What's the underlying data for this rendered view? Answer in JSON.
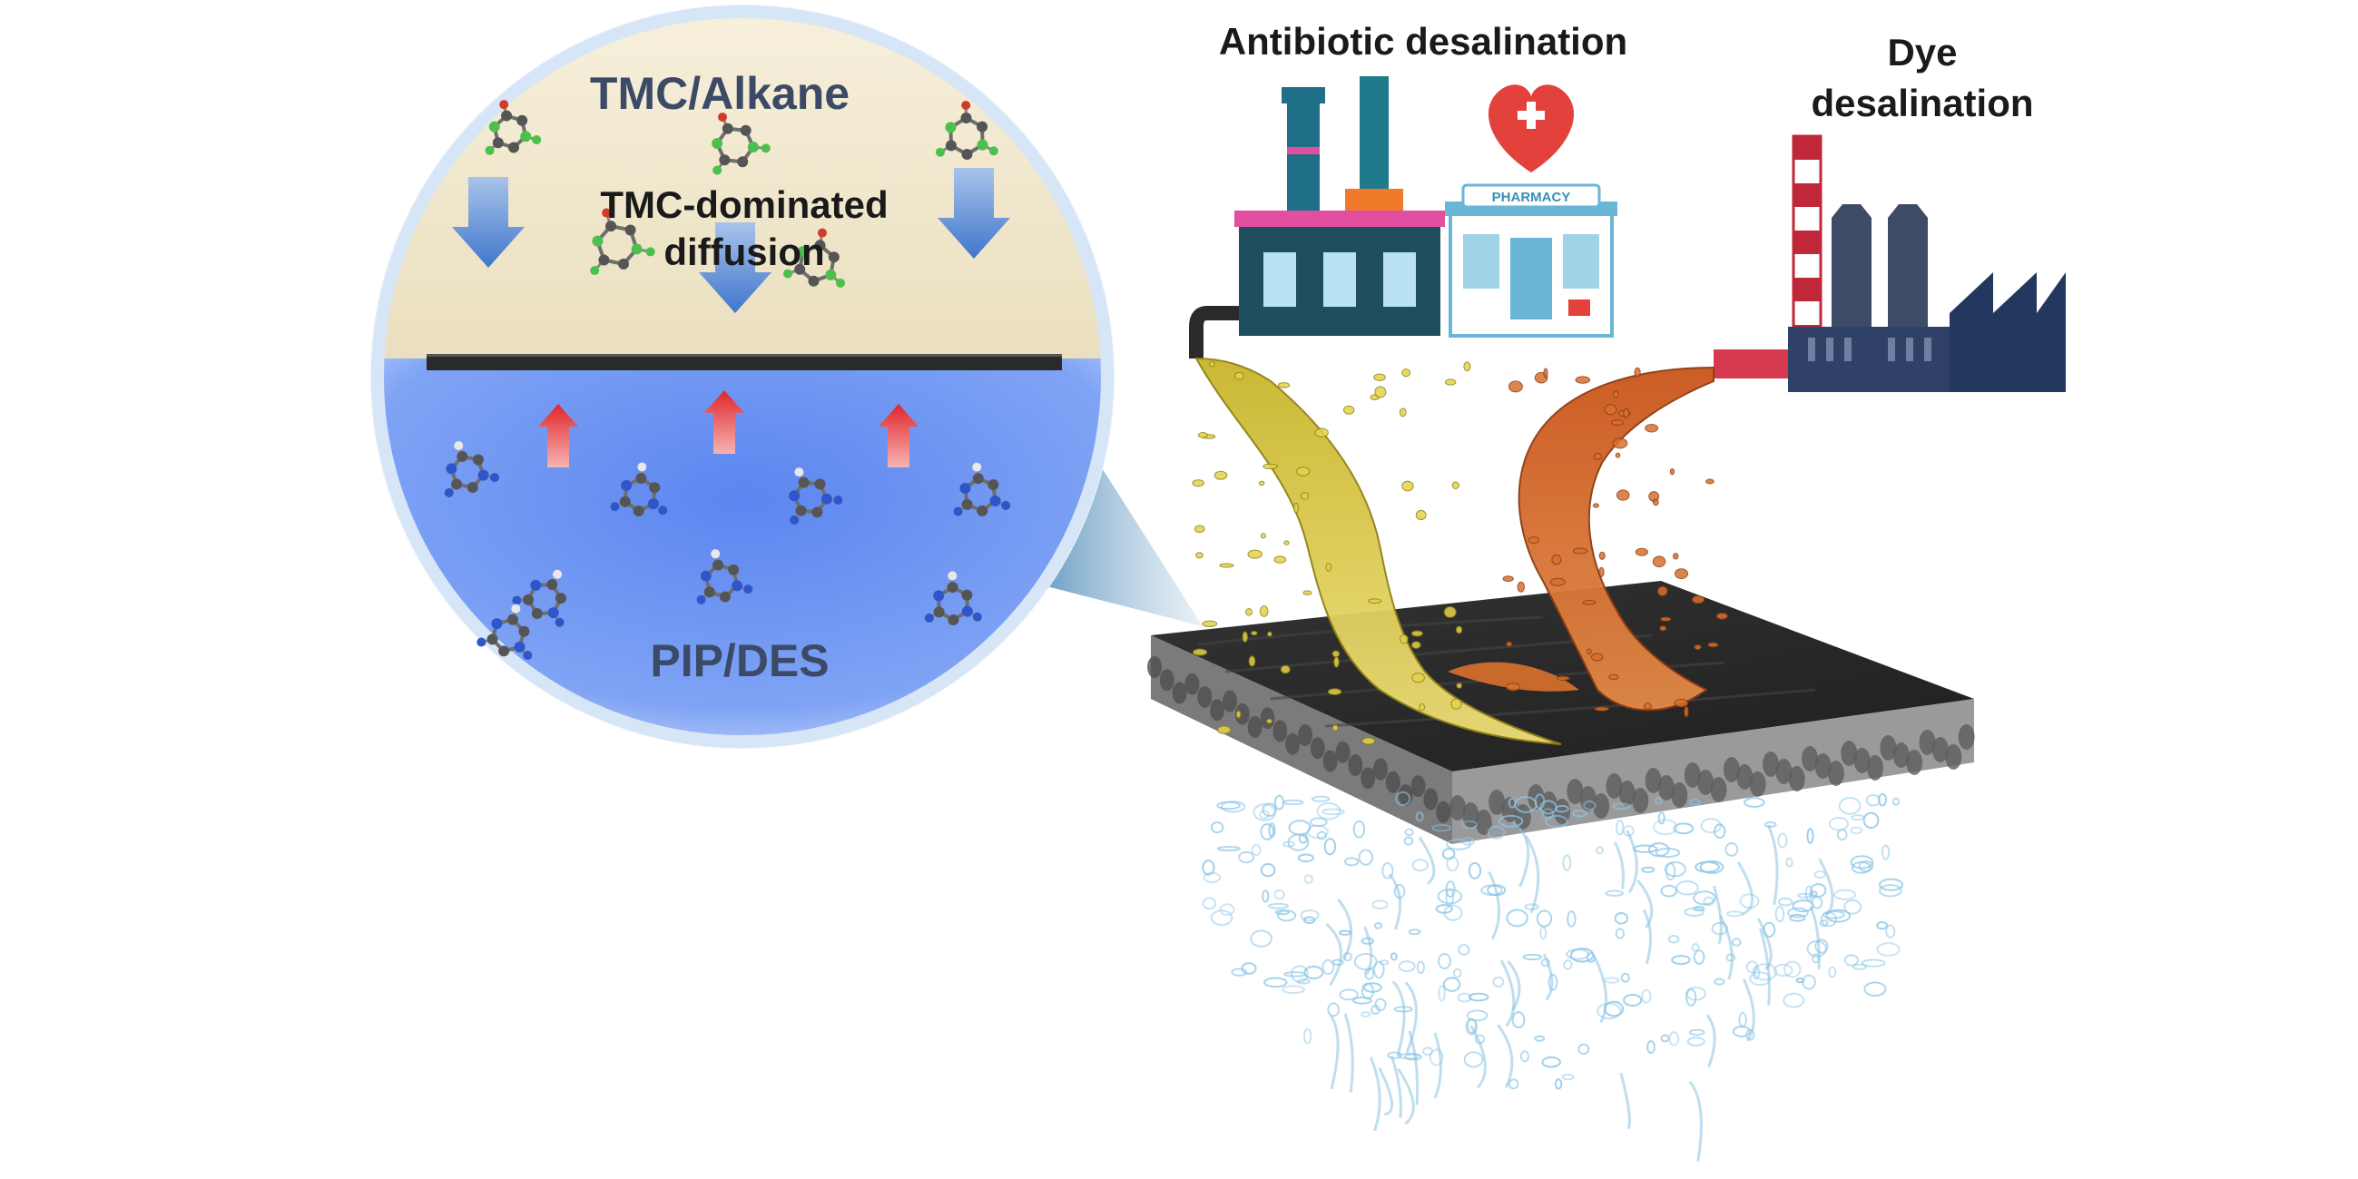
{
  "labels": {
    "top_phase": "TMC/Alkane",
    "diffusion_line1": "TMC-dominated",
    "diffusion_line2": "diffusion",
    "bottom_phase": "PIP/DES",
    "antibiotic": "Antibiotic desalination",
    "dye_line1": "Dye",
    "dye_line2": "desalination",
    "pharmacy_sign": "PHARMACY"
  },
  "colors": {
    "organic_phase": "#f3ead3",
    "aqueous_phase": "#6f95f2",
    "arrow_down": "#4a7fd0",
    "arrow_up": "#e23a3a",
    "membrane": "#3b3b3b",
    "antibiotic_stream": "#e2cf3c",
    "dye_stream": "#d2651e",
    "permeate_water": "#a9d4ee",
    "factory_teal": "#1f5b6b",
    "factory_navy": "#223a66",
    "heart": "#e2413c"
  },
  "icons": {
    "arrows_down": 3,
    "arrows_up": 3,
    "tmc_molecules": 6,
    "pip_molecules": 8
  }
}
